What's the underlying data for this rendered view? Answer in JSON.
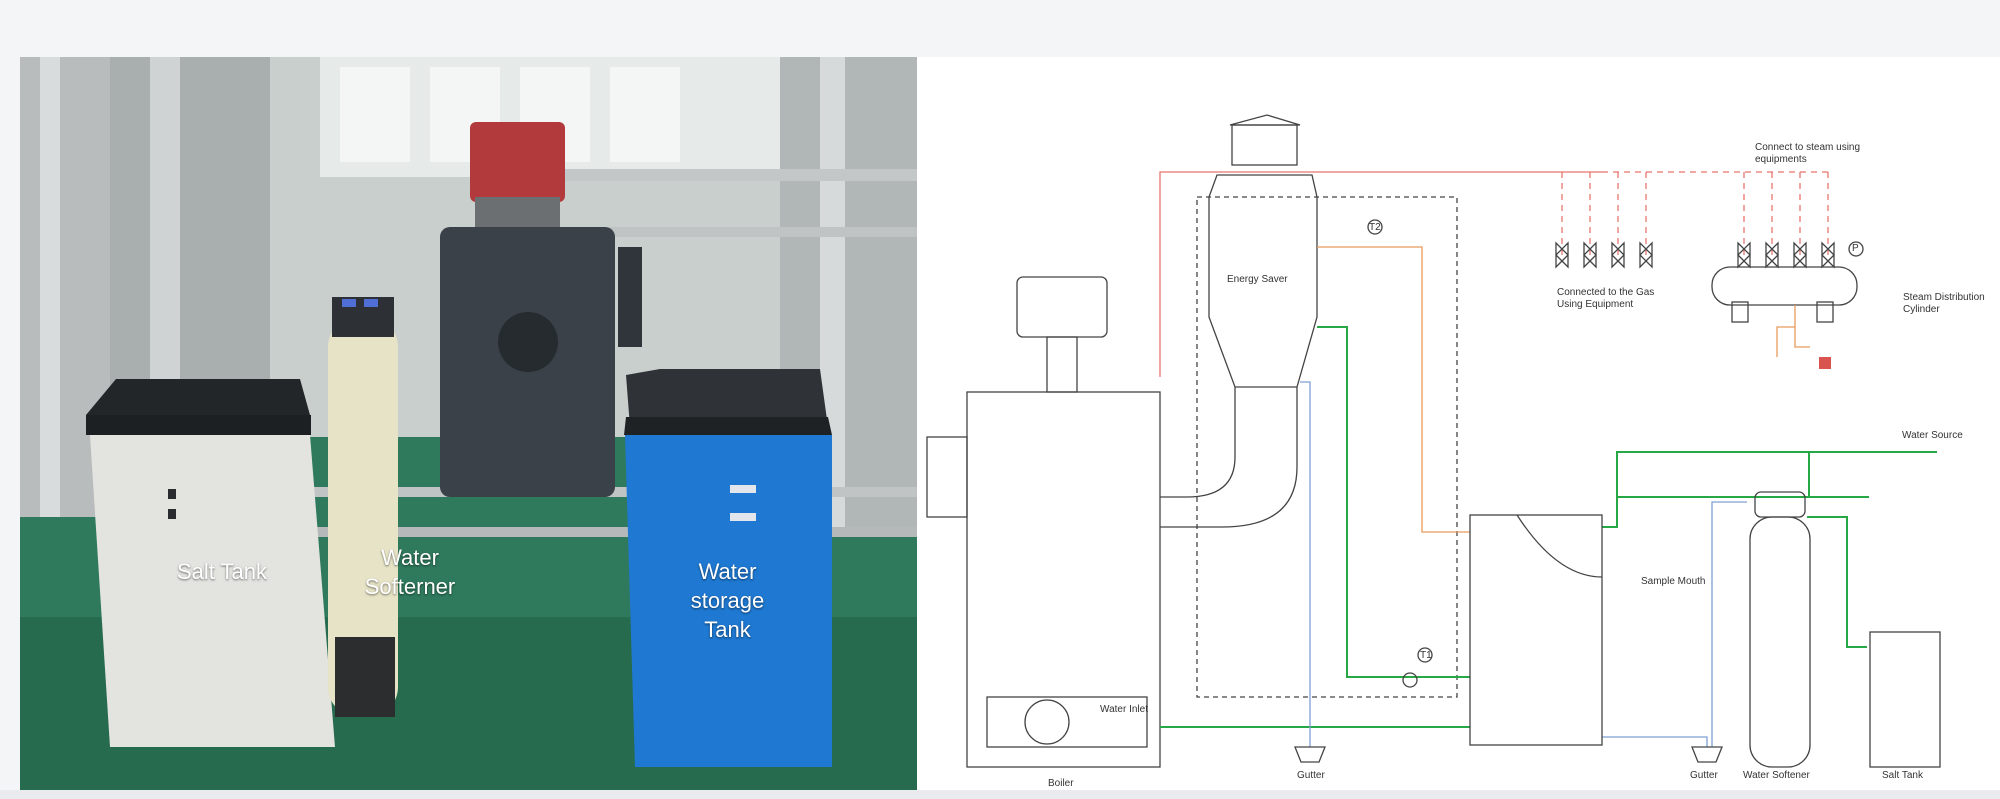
{
  "photo": {
    "labels": {
      "salt_tank": "Salt Tank",
      "water_softener_line1": "Water",
      "water_softener_line2": "Softerner",
      "storage_line1": "Water",
      "storage_line2": "storage",
      "storage_line3": "Tank"
    }
  },
  "diagram": {
    "labels": {
      "energy_saver": "Energy Saver",
      "t2": "T2",
      "t1": "T1",
      "p": "P",
      "connect_steam_line1": "Connect to steam using",
      "connect_steam_line2": "equipments",
      "gas_line1": "Connected to the Gas",
      "gas_line2": "Using Equipment",
      "steam_dist_line1": "Steam Distribution",
      "steam_dist_line2": "Cylinder",
      "water_source": "Water Source",
      "sample_mouth": "Sample Mouth",
      "water_inlet": "Water Inlet",
      "boiler": "Boiler",
      "gutter_left": "Gutter",
      "gutter_right": "Gutter",
      "water_softener": "Water Softener",
      "salt_tank": "Salt Tank"
    },
    "colors": {
      "steam_line": "#e8756f",
      "hot_water_line": "#e89a5a",
      "water_line": "#27a844",
      "drain_line": "#7f9fd4",
      "outline": "#444444"
    }
  }
}
